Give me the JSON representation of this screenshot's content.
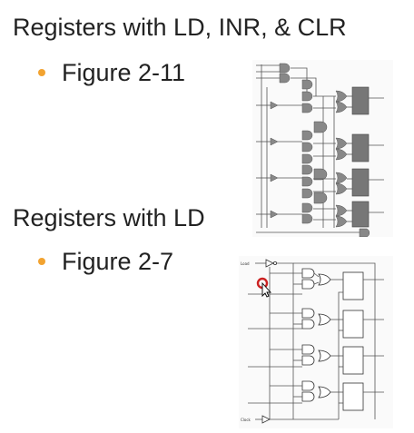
{
  "slide": {
    "section1": {
      "title": "Registers with LD, INR, & CLR",
      "bullet": "Figure 2-11"
    },
    "section2": {
      "title": "Registers with LD",
      "bullet": "Figure 2-7"
    }
  },
  "colors": {
    "bullet": "#f2a330",
    "text": "#222222",
    "cursor_ring": "#cc2222"
  },
  "fig2_labels": {
    "load": "Load",
    "clock": "Clock"
  }
}
